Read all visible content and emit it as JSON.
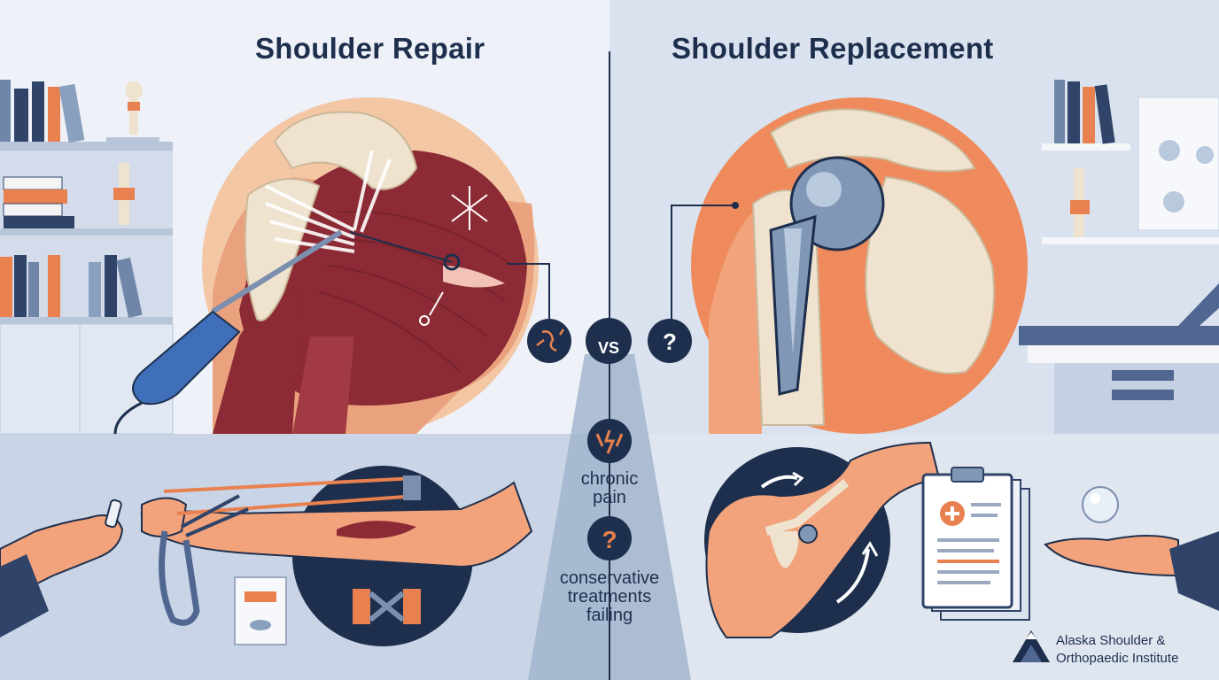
{
  "titles": {
    "left": "Shoulder Repair",
    "right": "Shoulder Replacement"
  },
  "center": {
    "vs": "VS",
    "criteria": [
      {
        "text_line1": "chronic",
        "text_line2": "pain",
        "icon": "lightning-pain-icon"
      },
      {
        "text_line1": "conservative",
        "text_line2": "treatments",
        "text_line3": "failing",
        "icon": "question-icon"
      }
    ],
    "question_mark": "?"
  },
  "logo": {
    "line1": "Alaska Shoulder &",
    "line2": "Orthopaedic Institute"
  },
  "colors": {
    "navy": "#1e2f4d",
    "orange": "#e8814f",
    "muscle": "#8c2b35",
    "bone": "#efe3cf",
    "implant": "#8097b5",
    "bg_light": "#eef1f7",
    "bg_blue": "#c9d5e6"
  }
}
